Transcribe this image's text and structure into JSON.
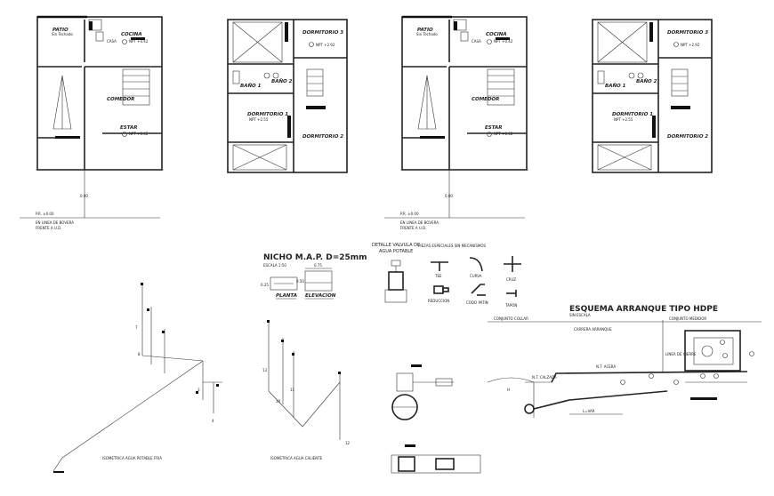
{
  "plans": {
    "p1": {
      "patio": "PATIO",
      "patio_sub": "Sin Techado",
      "cocina": "COCINA",
      "casa_level": "CASA",
      "npt_cocina": "NPT +0.42",
      "comedor": "COMEDOR",
      "estar": "ESTAR",
      "npt_estar": "NPT +0.42",
      "pr": "P.R. ±0.00",
      "note1": "EN LINEA DE BOVERA",
      "note2": "FRENTE A U.D."
    },
    "p2": {
      "dorm3": "DORMITORIO 3",
      "npt_d3": "NPT +2.92",
      "bano1": "BAÑO 1",
      "bano2": "BAÑO 2",
      "dorm1": "DORMITORIO 1",
      "npt_d1": "NPT +2.55",
      "dorm2": "DORMITORIO 2"
    },
    "p3": {
      "patio": "PATIO",
      "patio_sub": "Sin Techado",
      "cocina": "COCINA",
      "casa_level": "CASA",
      "npt_cocina": "NPT +0.42",
      "comedor": "COMEDOR",
      "estar": "ESTAR",
      "npt_estar": "NPT +0.42",
      "pr": "P.R. ±0.00",
      "note1": "EN LINEA DE BOVERA",
      "note2": "FRENTE A U.D."
    },
    "p4": {
      "dorm3": "DORMITORIO 3",
      "npt_d3": "NPT +2.92",
      "bano1": "BAÑO 1",
      "bano2": "BAÑO 2",
      "dorm1": "DORMITORIO 1",
      "npt_d1": "NPT +2.55",
      "dorm2": "DORMITORIO 2"
    }
  },
  "nicho": {
    "title": "NICHO M.A.P. D=25mm",
    "scale": "ESCALA 1:50",
    "planta": "PLANTA",
    "elevacion": "ELEVACION",
    "dim_w": "0.75",
    "dim_a": "0.25",
    "dim_b": "0.50"
  },
  "valve": {
    "title1": "DETALLE VALVULA DE",
    "title2": "AGUA POTABLE",
    "piezas": "PIEZAS ESPECIALES SIN MECANISMOS",
    "tee": "TEE",
    "curva": "CURVA",
    "cruz": "CRUZ",
    "reduccion": "REDUCCION",
    "codo": "CODO PATIN",
    "tapon": "TAPON"
  },
  "iso_fria": {
    "caption": "ISOMETRICA AGUA POTABLE FRIA",
    "labels": [
      "7",
      "8",
      "3",
      "4"
    ]
  },
  "iso_caliente": {
    "caption": "ISOMETRICA AGUA CALIENTE",
    "labels": [
      "13",
      "10",
      "11",
      "12"
    ]
  },
  "esquema": {
    "title": "ESQUEMA ARRANQUE TIPO HDPE",
    "sub": "SIN ESCALA",
    "collar": "CONJUNTO COLLAR",
    "carrera": "CARRERA ARRANQUE",
    "medidor": "CONJUNTO MEDIDOR",
    "calzada": "N.T. CALZADA",
    "acera": "N.T. ACERA",
    "linea": "LINEA DE CIERRE",
    "lvar": "L=VAR",
    "h": "H"
  },
  "colors": {
    "ink": "#222222",
    "paper": "#ffffff"
  }
}
